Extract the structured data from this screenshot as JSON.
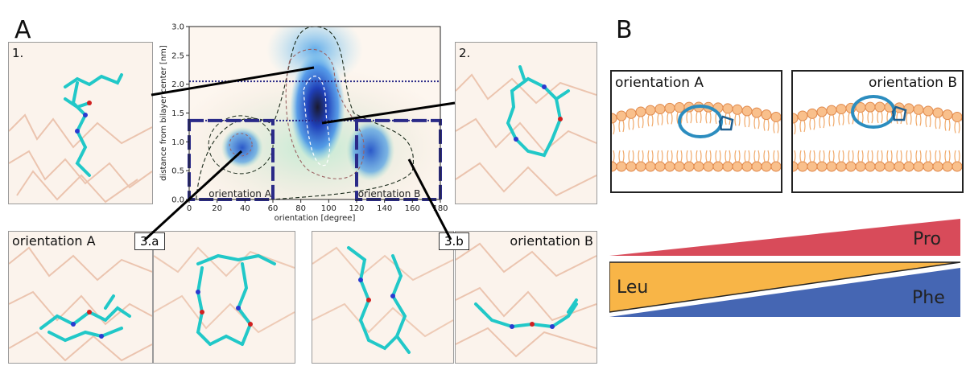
{
  "panels": {
    "a_letter": "A",
    "b_letter": "B"
  },
  "snapshots": {
    "s1": "1.",
    "s2": "2.",
    "s3a_label": "orientation A",
    "s3a_tag": "3.a",
    "s3b_tag": "3.b",
    "s3b_label": "orientation B"
  },
  "plot": {
    "xlabel": "orientation [degree]",
    "ylabel": "distance from bilayer center [nm]",
    "xticks": [
      "0",
      "20",
      "40",
      "60",
      "80",
      "100",
      "120",
      "140",
      "160",
      "180"
    ],
    "yticks": [
      "0.0",
      "0.5",
      "1.0",
      "1.5",
      "2.0",
      "2.5",
      "3.0"
    ],
    "region_a": "orientation A",
    "region_b": "orientation B",
    "hlines_nm": [
      2.05,
      1.37
    ],
    "xlim": [
      0,
      180
    ],
    "ylim": [
      0.0,
      3.0
    ],
    "colors": {
      "density": "#1a4fd0",
      "region_box": "#2a2a88",
      "hline": "#2a2a88"
    }
  },
  "orientation_boxes": {
    "a": "orientation A",
    "b": "orientation B"
  },
  "triangles": {
    "pro": "Pro",
    "leu": "Leu",
    "phe": "Phe",
    "colors": {
      "pro": "#d84b5a",
      "leu": "#f8b547",
      "phe": "#4566b3"
    }
  }
}
